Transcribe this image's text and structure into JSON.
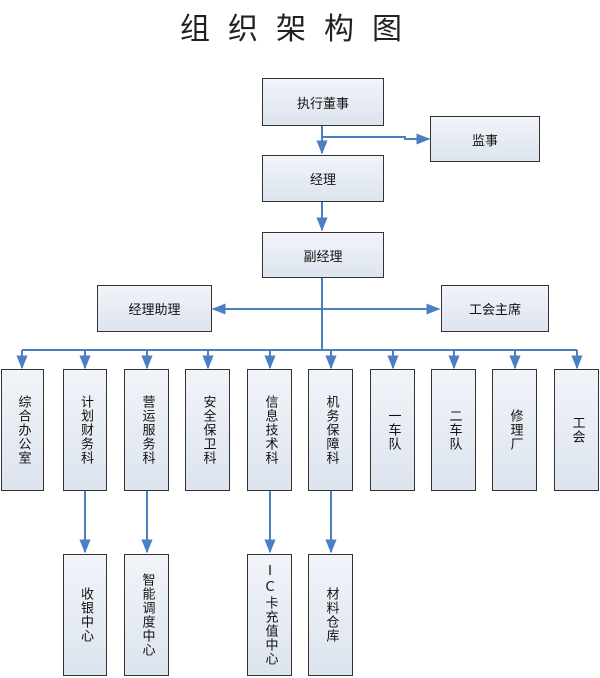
{
  "title": "组织架构图",
  "colors": {
    "line": "#4a7fc1",
    "box_border": "#333333"
  },
  "nodes": {
    "chairman": "执行董事",
    "supervisor": "监事",
    "manager": "经理",
    "deputy_manager": "副经理",
    "manager_assistant": "经理助理",
    "union_chair": "工会主席",
    "departments": [
      "综合办公室",
      "计划财务科",
      "营运服务科",
      "安全保卫科",
      "信息技术科",
      "机务保障科",
      "一车队",
      "二车队",
      "修理厂",
      "工会"
    ],
    "sub_units": [
      "收银中心",
      "智能调度中心",
      "IC卡充值中心",
      "材料仓库"
    ]
  }
}
